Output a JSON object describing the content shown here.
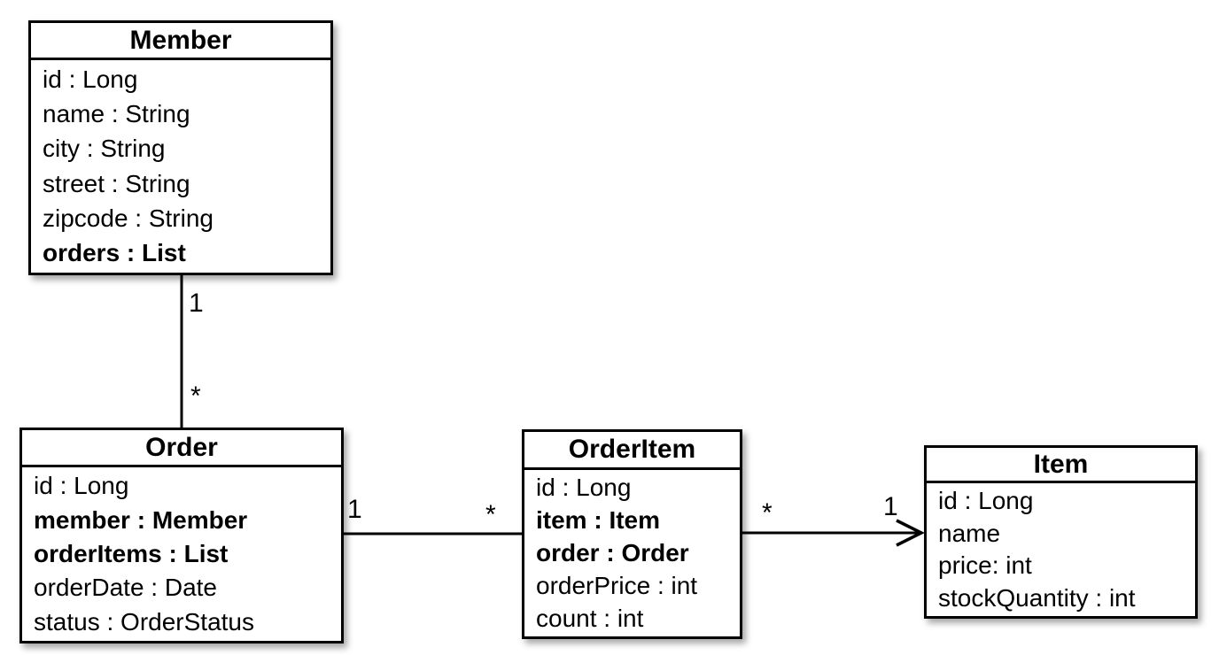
{
  "diagram": {
    "kind": "uml-class-diagram",
    "background_color": "#ffffff",
    "line_color": "#000000",
    "text_color": "#000000"
  },
  "classes": {
    "member": {
      "title": "Member",
      "attributes": [
        {
          "text": "id : Long",
          "bold": false
        },
        {
          "text": "name : String",
          "bold": false
        },
        {
          "text": "city : String",
          "bold": false
        },
        {
          "text": "street : String",
          "bold": false
        },
        {
          "text": "zipcode : String",
          "bold": false
        },
        {
          "text": "orders : List",
          "bold": true
        }
      ]
    },
    "order": {
      "title": "Order",
      "attributes": [
        {
          "text": "id : Long",
          "bold": false
        },
        {
          "text": "member : Member",
          "bold": true
        },
        {
          "text": "orderItems : List",
          "bold": true
        },
        {
          "text": "orderDate : Date",
          "bold": false
        },
        {
          "text": "status : OrderStatus",
          "bold": false
        }
      ]
    },
    "orderItem": {
      "title": "OrderItem",
      "attributes": [
        {
          "text": "id : Long",
          "bold": false
        },
        {
          "text": "item : Item",
          "bold": true
        },
        {
          "text": "order : Order",
          "bold": true
        },
        {
          "text": "orderPrice : int",
          "bold": false
        },
        {
          "text": "count : int",
          "bold": false
        }
      ]
    },
    "item": {
      "title": "Item",
      "attributes": [
        {
          "text": "id : Long",
          "bold": false
        },
        {
          "text": "name",
          "bold": false
        },
        {
          "text": "price: int",
          "bold": false
        },
        {
          "text": "stockQuantity : int",
          "bold": false
        }
      ]
    }
  },
  "relationships": [
    {
      "name": "member-order",
      "from": "Member",
      "to": "Order",
      "from_multiplicity": "1",
      "to_multiplicity": "*",
      "arrow": "none"
    },
    {
      "name": "order-orderitem",
      "from": "Order",
      "to": "OrderItem",
      "from_multiplicity": "1",
      "to_multiplicity": "*",
      "arrow": "none"
    },
    {
      "name": "orderitem-item",
      "from": "OrderItem",
      "to": "Item",
      "from_multiplicity": "*",
      "to_multiplicity": "1",
      "arrow": "open-arrow-into-item"
    }
  ]
}
